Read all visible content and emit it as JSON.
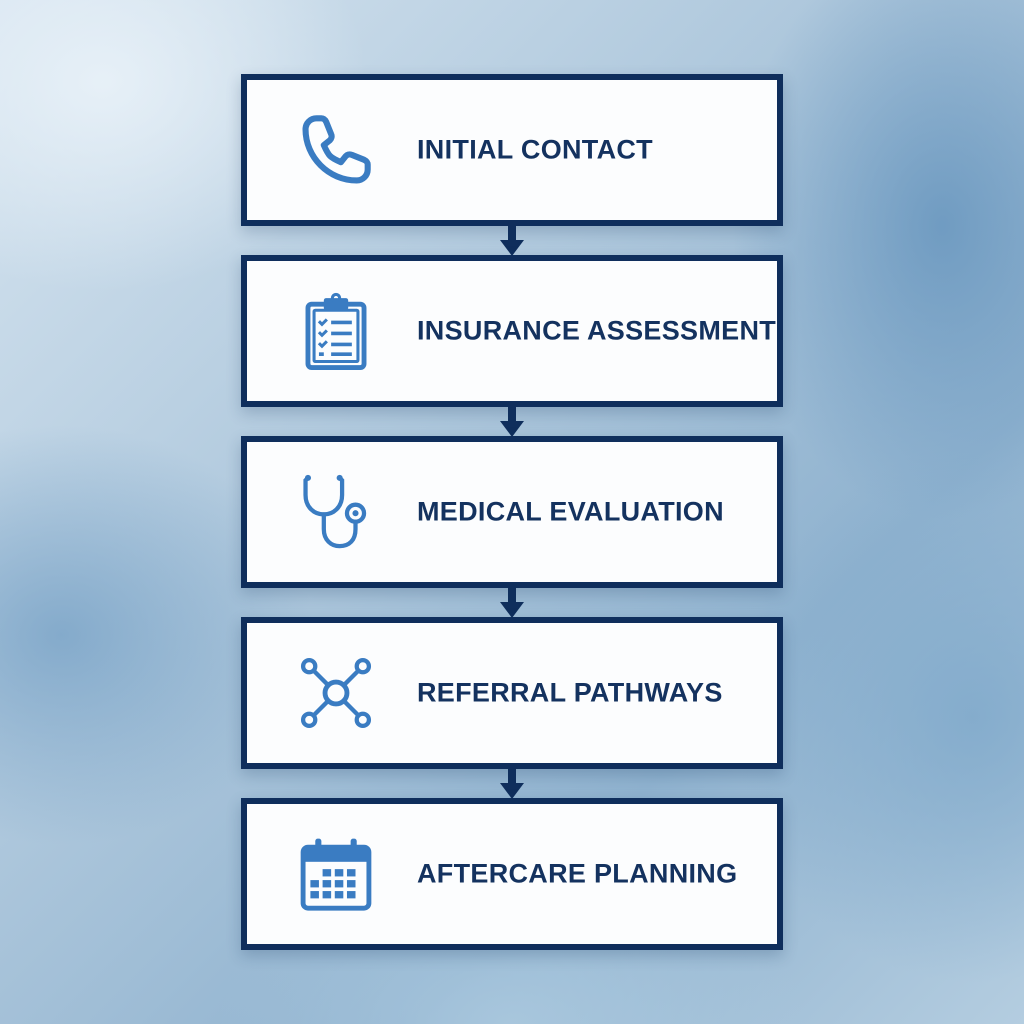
{
  "flowchart": {
    "steps": [
      {
        "label": "INITIAL CONTACT",
        "icon": "phone-icon"
      },
      {
        "label": "INSURANCE ASSESSMENT",
        "icon": "clipboard-checklist-icon"
      },
      {
        "label": "MEDICAL EVALUATION",
        "icon": "stethoscope-icon"
      },
      {
        "label": "REFERRAL PATHWAYS",
        "icon": "network-nodes-icon"
      },
      {
        "label": "AFTERCARE PLANNING",
        "icon": "calendar-icon"
      }
    ]
  },
  "colors": {
    "box_border": "#0f2e5c",
    "box_fill": "#fcfdfe",
    "label_text": "#14325f",
    "icon_blue": "#3a7cc2",
    "arrow": "#0f2e5c"
  }
}
